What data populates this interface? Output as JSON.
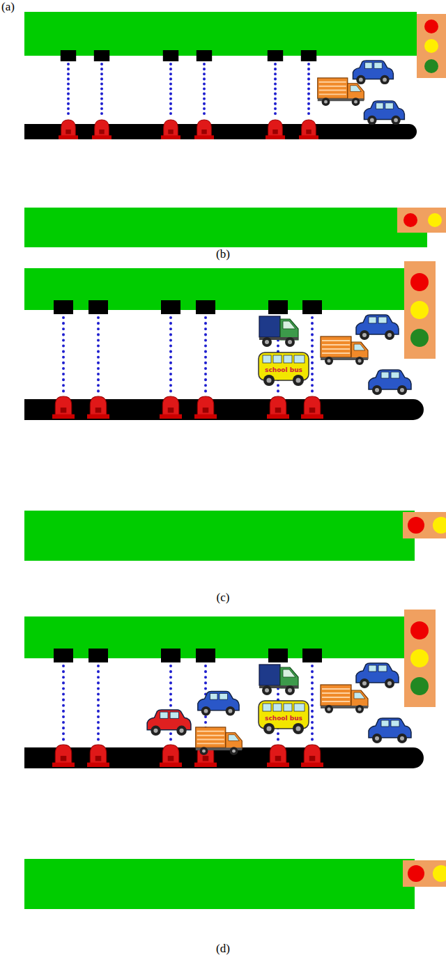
{
  "diagram": {
    "labels": [
      "(a)",
      "(b)",
      "(c)",
      "(d)",
      "school bus",
      "school bus"
    ]
  }
}
